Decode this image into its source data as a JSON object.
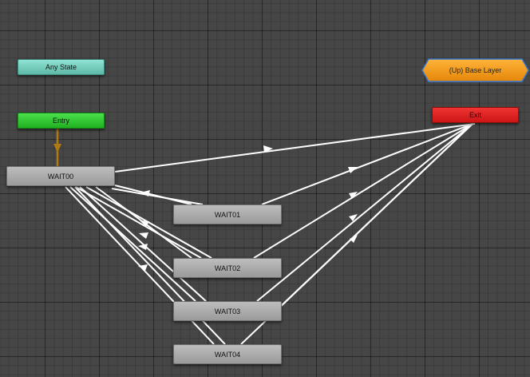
{
  "graph": {
    "states": {
      "any_state": "Any State",
      "entry": "Entry",
      "exit": "Exit",
      "up_base_layer": "(Up) Base Layer",
      "wait00": "WAIT00",
      "wait01": "WAIT01",
      "wait02": "WAIT02",
      "wait03": "WAIT03",
      "wait04": "WAIT04"
    },
    "colors": {
      "background": "#464646",
      "any_state": "#6fcfbd",
      "entry": "#2fc92f",
      "exit": "#e01f1f",
      "up_base_layer": "#f39a1a",
      "normal_state": "#a8a8a8",
      "transition": "#ffffff",
      "default_transition": "#b07a12"
    },
    "icons": {
      "transition_arrow": "arrow-triangle-icon"
    }
  }
}
